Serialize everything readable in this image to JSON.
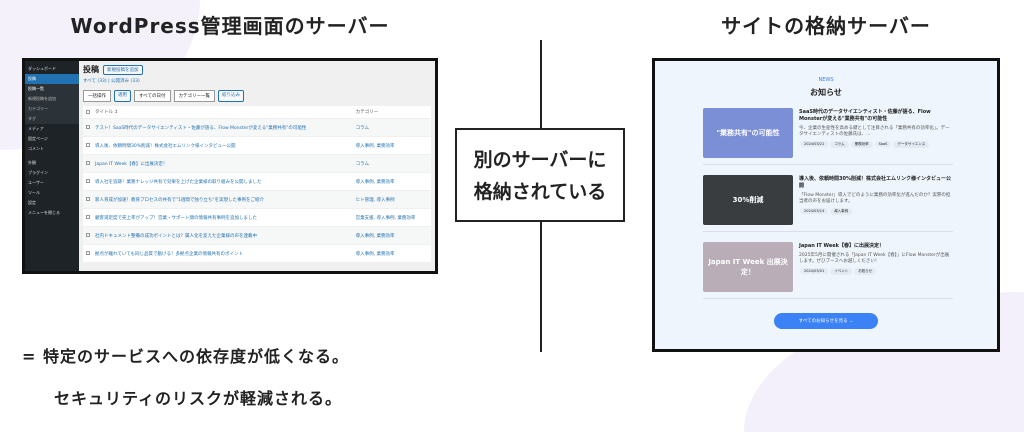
{
  "left_title": "WordPress管理画面のサーバー",
  "right_title": "サイトの格納サーバー",
  "center_box": [
    "別のサーバーに",
    "格納されている"
  ],
  "bottom": [
    "=  特定のサービスへの依存度が低くなる。",
    "セキュリティのリスクが軽減される。"
  ],
  "wp": {
    "sidebar": [
      "ダッシュボード",
      "投稿",
      "投稿一覧",
      "新規投稿を追加",
      "カテゴリー",
      "タグ",
      "メディア",
      "固定ページ",
      "コメント",
      "外観",
      "プラグイン",
      "ユーザー",
      "ツール",
      "設定",
      "メニューを閉じる"
    ],
    "heading": "投稿",
    "add_new": "新規投稿を追加",
    "views": "すべて (33) | 公開済み (33)",
    "filters": [
      "一括操作",
      "適用",
      "すべての日付",
      "カテゴリー一覧",
      "絞り込み"
    ],
    "col_title": "タイトル ↕",
    "col_cat": "カテゴリー",
    "rows": [
      {
        "title": "テスト！SaaS時代のデータサイエンティスト・佐藤が語る、Flow Monsterが変える\"業務共有\"の可能性",
        "cat": "コラム"
      },
      {
        "title": "導入後、依頼時間30%削減！株式会社エムリンク様インタビュー公開",
        "cat": "導入事例, 業務効率"
      },
      {
        "title": "Japan IT Week【春】に出展決定！",
        "cat": "コラム"
      },
      {
        "title": "導入社を追跡！業務ナレッジ共有で効果を上げた企業様の取り組みを公開しました",
        "cat": "導入事例, 業務効率"
      },
      {
        "title": "新人育成が加速！教育プロセスの共有で\"1週間で独り立ち\"を実現した事例をご紹介",
        "cat": "ヒト管理, 導入事例"
      },
      {
        "title": "顧客満足度で売上率がアップ！営業・サポート間の情報共有事例を追加しました",
        "cat": "営業支援, 導入事例, 業務効率"
      },
      {
        "title": "社内ドキュメント整備の成功ポイントとは？属人化を変えた企業様の声を連載中",
        "cat": "導入事例, 業務効率"
      },
      {
        "title": "拠点が離れていても同じ品質で動ける！多拠点企業の情報共有のポイント",
        "cat": "導入事例, 業務効率"
      }
    ]
  },
  "site": {
    "label": "NEWS",
    "heading": "お知らせ",
    "cards": [
      {
        "thumb": "\"業務共有\"の可能性",
        "title": "SaaS時代のデータサイエンティスト・佐藤が語る、Flow Monsterが変える\"業務共有\"の可能性",
        "excerpt": "今、企業の生産性を高める鍵として注目される「業務共有の効率化」。データサイエンティストの佐藤氏は、…",
        "tags": [
          "2024/03/21",
          "コラム",
          "業務効率",
          "SaaS",
          "データサイエンス"
        ],
        "bg": "#7b8fd6"
      },
      {
        "thumb": "30%削減",
        "title": "導入後、依頼時間30%削減！株式会社エムリンク様インタビュー公開",
        "excerpt": "「Flow Monster」導入でどのように業務の効率化が進んだのか？実際の担当者の声をお届けします。",
        "tags": [
          "2024/03/14",
          "導入事例"
        ],
        "bg": "#3a3d40"
      },
      {
        "thumb": "Japan IT Week 出展決定！",
        "title": "Japan IT Week【春】に出展決定！",
        "excerpt": "2025年5月に開催される「Japan IT Week【春】」にFlow Monsterが出展します。ぜひブースへお越しください！",
        "tags": [
          "2024/03/01",
          "イベント",
          "お知らせ"
        ],
        "bg": "#b9adb8"
      }
    ],
    "more": "すべてのお知らせを見る →"
  }
}
